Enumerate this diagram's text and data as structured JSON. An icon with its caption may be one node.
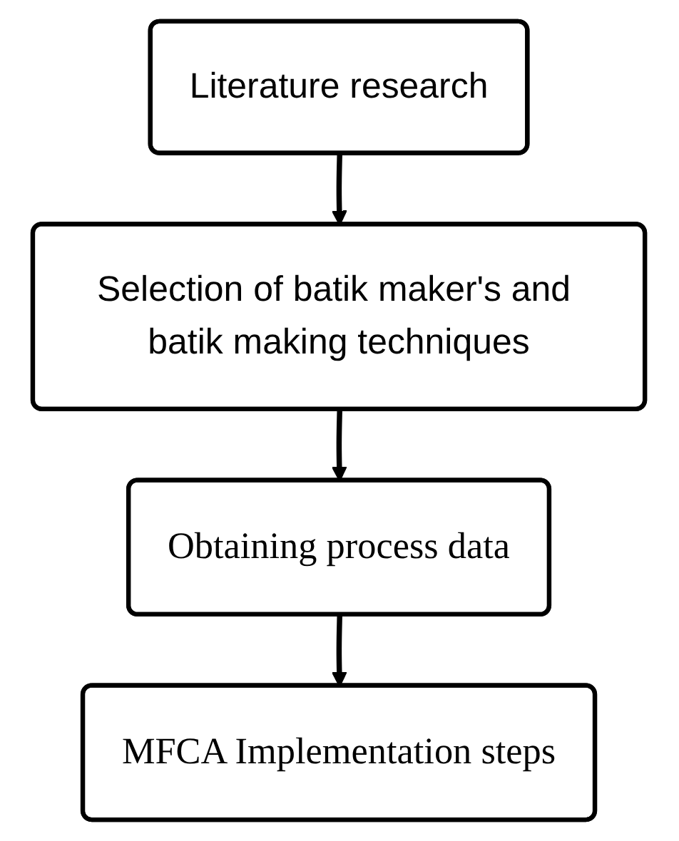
{
  "diagram": {
    "nodes": [
      {
        "text": [
          "Literature research"
        ]
      },
      {
        "text": [
          "Selection of batik maker's and batik making techniques"
        ]
      },
      {
        "text": [
          "Obtaining process data"
        ]
      },
      {
        "text": [
          "MFCA Implementation steps"
        ]
      }
    ],
    "edges": [
      {
        "from": 0,
        "to": 1,
        "arrow": "to"
      },
      {
        "from": 1,
        "to": 2,
        "arrow": "to"
      },
      {
        "from": 2,
        "to": 3,
        "arrow": "to"
      }
    ]
  }
}
